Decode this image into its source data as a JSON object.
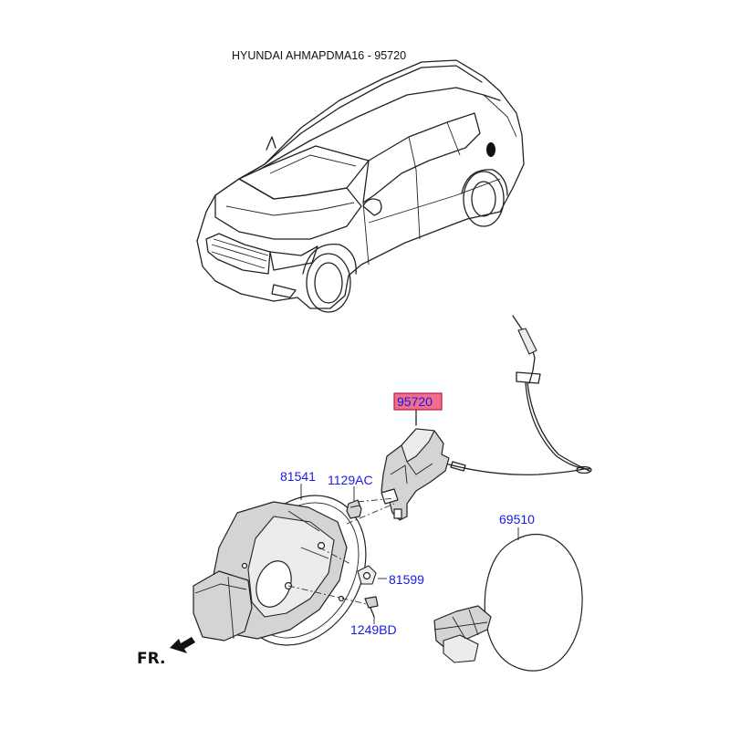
{
  "header": {
    "title": "HYUNDAI AHMAPDMA16 - 95720"
  },
  "parts": {
    "highlighted": "95720",
    "p81541": "81541",
    "p1129AC": "1129AC",
    "p81599": "81599",
    "p1249BD": "1249BD",
    "p69510": "69510"
  },
  "direction": {
    "label": "FR."
  },
  "colors": {
    "highlight_fill": "#f06d8c",
    "highlight_border": "#c0143c",
    "label_text": "#1a1ae6"
  }
}
